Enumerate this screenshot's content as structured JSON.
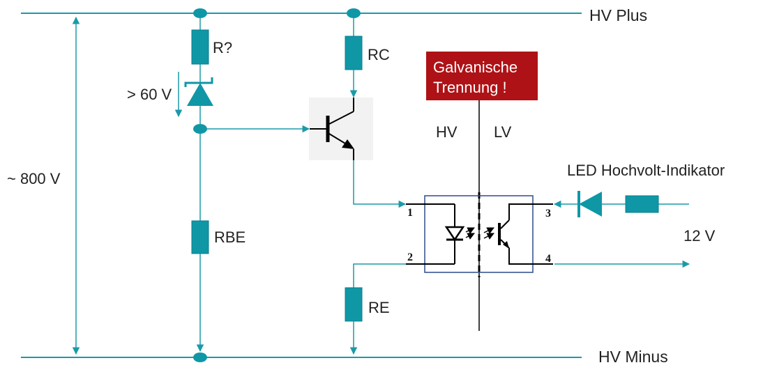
{
  "colors": {
    "wire": "#1a9aa8",
    "component": "#0f97a6",
    "component_stroke": "#0b7f8c",
    "warning_bg": "#ae1216",
    "warning_text": "#ffffff",
    "optocoupler_border": "#2b4c8c",
    "black": "#000000",
    "label": "#222222"
  },
  "rails": {
    "plus": "HV Plus",
    "minus": "HV Minus"
  },
  "voltages": {
    "total": "~ 800 V",
    "zener": "> 60 V",
    "supply": "12 V"
  },
  "components": {
    "r_top": "R?",
    "rc": "RC",
    "rbe": "RBE",
    "re": "RE"
  },
  "isolation": {
    "warning_line1": "Galvanische",
    "warning_line2": "Trennung !",
    "side_hv": "HV",
    "side_lv": "LV"
  },
  "optocoupler": {
    "pins": [
      "1",
      "2",
      "3",
      "4"
    ]
  },
  "indicator": {
    "label": "LED Hochvolt-Indikator"
  }
}
